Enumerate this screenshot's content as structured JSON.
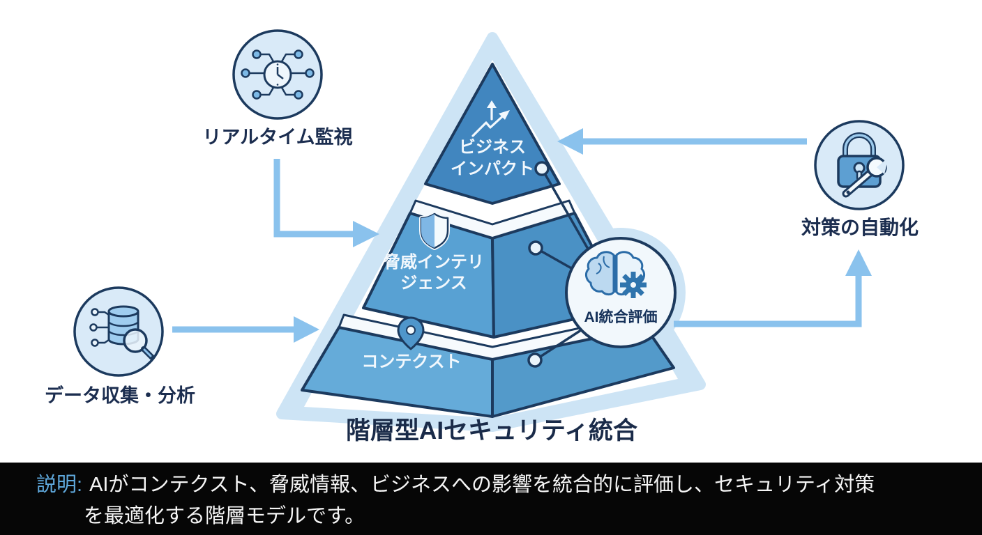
{
  "diagram": {
    "title": "階層型AIセキュリティ統合",
    "pyramid": {
      "tiers": [
        {
          "id": "business-impact",
          "icon": "trend-up-icon",
          "lines": [
            "ビジネス",
            "インパクト"
          ]
        },
        {
          "id": "threat-intelligence",
          "icon": "shield-icon",
          "lines": [
            "脅威インテリ",
            "ジェンス"
          ]
        },
        {
          "id": "context",
          "icon": "map-pin-icon",
          "lines": [
            "コンテクスト"
          ]
        }
      ]
    },
    "hub": {
      "label": "AI統合評価",
      "icon": "brain-gear-icon"
    },
    "callouts": [
      {
        "id": "realtime-monitoring",
        "label": "リアルタイム監視",
        "icon": "clock-network-icon"
      },
      {
        "id": "data-collection",
        "label": "データ収集・分析",
        "icon": "database-search-icon"
      },
      {
        "id": "automation",
        "label": "対策の自動化",
        "icon": "lock-wrench-icon"
      }
    ]
  },
  "caption": {
    "prefix": "説明:",
    "line1": "AIがコンテクスト、脅威情報、ビジネスへの影響を統合的に評価し、セキュリティ対策",
    "line2": "を最適化する階層モデルです。"
  },
  "colors": {
    "navy_outline": "#1c3a5e",
    "halo_blue": "#cde4f5",
    "arrow_blue": "#8ac2ed",
    "tier_top": "#4186bf",
    "tier_mid_left": "#58a1d3",
    "tier_mid_right": "#4a91c5",
    "tier_bottom_left": "#65abd9",
    "tier_bottom_right": "#539aca",
    "icon_circle_fill": "#d9eaf8",
    "caption_bg": "#060606",
    "caption_prefix": "#5fa8dc",
    "label_navy": "#1b2d4f"
  }
}
